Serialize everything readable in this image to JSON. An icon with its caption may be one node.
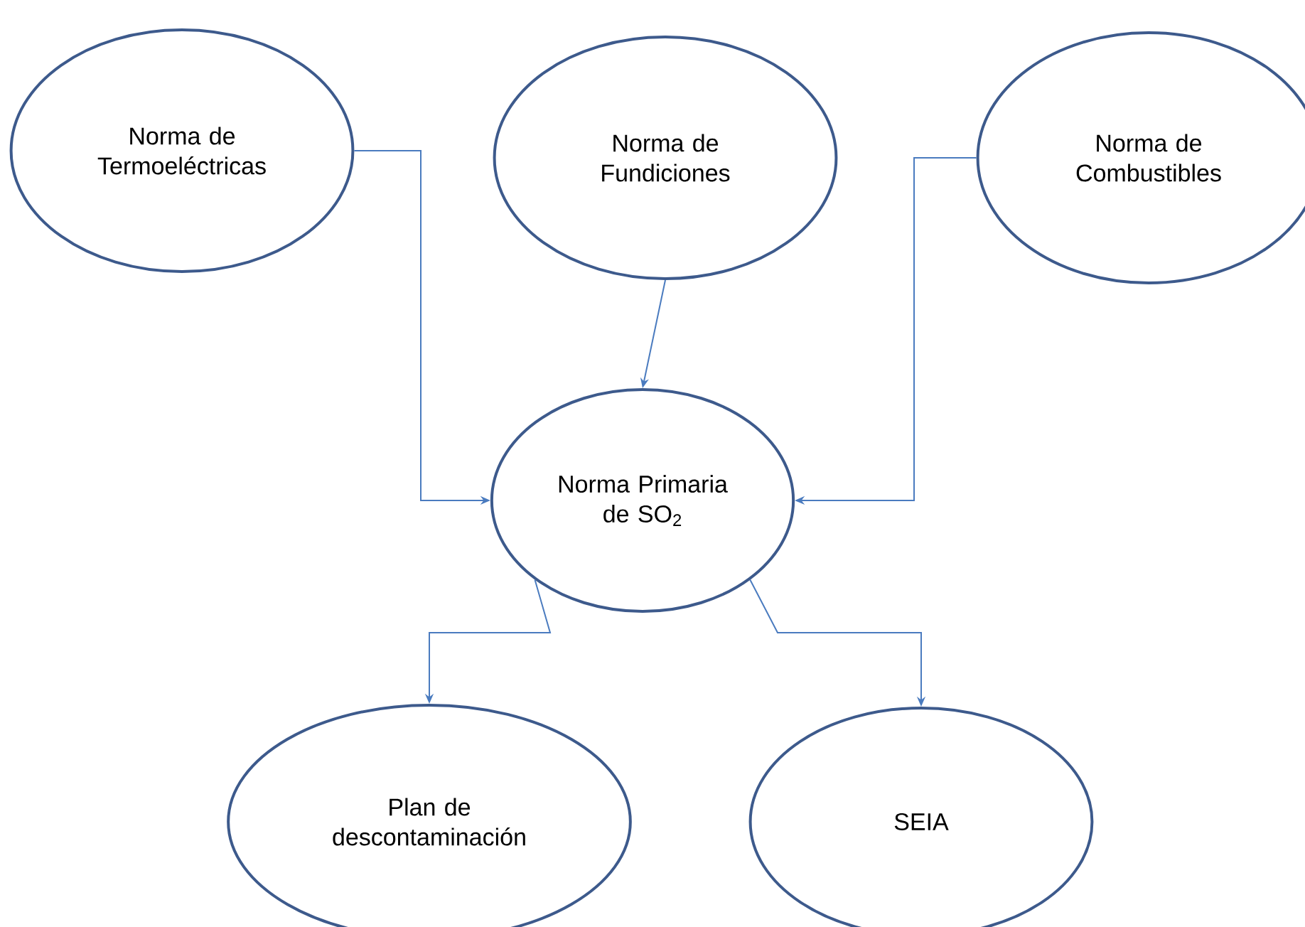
{
  "diagram": {
    "nodes": [
      {
        "text": [
          "Norma de Termoeléctricas"
        ]
      },
      {
        "text": [
          "Norma de Fundiciones"
        ]
      },
      {
        "text": [
          "Norma de Combustibles"
        ]
      },
      {
        "text": [
          "Norma Primaria de SO$_{2}$"
        ]
      },
      {
        "text": [
          "Plan de descontaminación"
        ]
      },
      {
        "text": [
          "SEIA"
        ]
      }
    ],
    "edges": [
      {
        "from": 0,
        "to": 3,
        "arrow": "to"
      },
      {
        "from": 1,
        "to": 3,
        "arrow": "to"
      },
      {
        "from": 2,
        "to": 3,
        "arrow": "to"
      },
      {
        "from": 3,
        "to": 4,
        "arrow": "to"
      },
      {
        "from": 3,
        "to": 5,
        "arrow": "to"
      }
    ]
  }
}
